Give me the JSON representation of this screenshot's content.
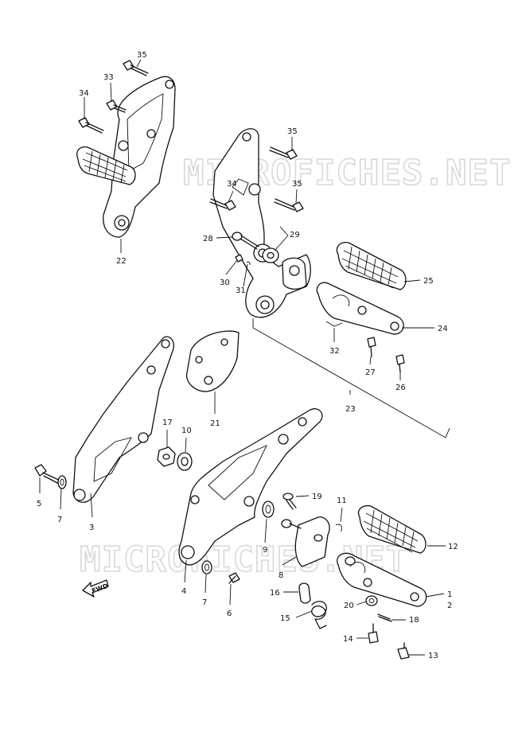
{
  "watermarks": [
    "MICROFICHES.NET",
    "MICROFICHES.NET"
  ],
  "direction_label": "FWD",
  "callouts": [
    "35",
    "33",
    "34",
    "22",
    "35",
    "34",
    "35",
    "28",
    "29",
    "30",
    "31",
    "25",
    "24",
    "32",
    "27",
    "26",
    "23",
    "21",
    "17",
    "10",
    "5",
    "7",
    "3",
    "19",
    "11",
    "12",
    "9",
    "8",
    "4",
    "7",
    "6",
    "16",
    "20",
    "1",
    "2",
    "15",
    "18",
    "14",
    "13"
  ]
}
